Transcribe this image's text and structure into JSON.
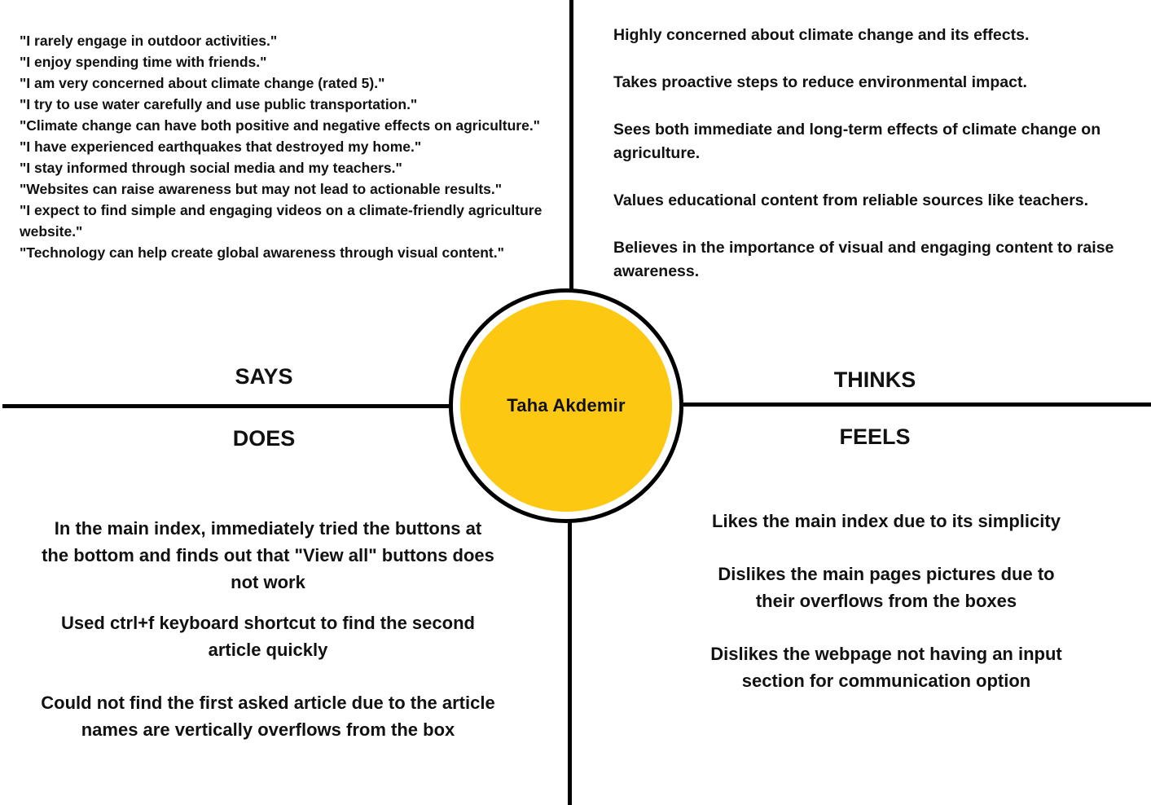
{
  "center": {
    "name": "Taha Akdemir",
    "color": "#FCC812"
  },
  "labels": {
    "says": "SAYS",
    "thinks": "THINKS",
    "does": "DOES",
    "feels": "FEELS"
  },
  "says": [
    "\"I rarely engage in outdoor activities.\"",
    "\"I enjoy spending time with friends.\"",
    "\"I am very concerned about climate change (rated 5).\"",
    "\"I try to use water carefully and use public transportation.\"",
    "\"Climate change can have both positive and negative effects on agriculture.\"",
    "\"I have experienced earthquakes that destroyed my home.\"",
    "\"I stay informed through social media and my teachers.\"",
    "\"Websites can raise awareness but may not lead to actionable results.\"",
    "\"I expect to find simple and engaging videos on a climate-friendly agriculture website.\"",
    "\"Technology can help create global awareness through visual content.\""
  ],
  "thinks": [
    "Highly concerned about climate change and its effects.",
    "Takes proactive steps to reduce environmental impact.",
    "Sees both immediate and long-term effects of climate change on agriculture.",
    "Values educational content from reliable sources like teachers.",
    "Believes in the importance of visual and engaging content to raise awareness."
  ],
  "does": [
    "In the main index, immediately tried the buttons at the bottom and finds out that \"View all\" buttons does not work",
    "Used ctrl+f keyboard shortcut to find the second article quickly",
    "Could not find the first asked article due to the article names are vertically overflows from the box"
  ],
  "feels": [
    "Likes the main index due to its simplicity",
    "Dislikes the main pages pictures due to their overflows from the boxes",
    "Dislikes the webpage not having an input section for communication option"
  ]
}
